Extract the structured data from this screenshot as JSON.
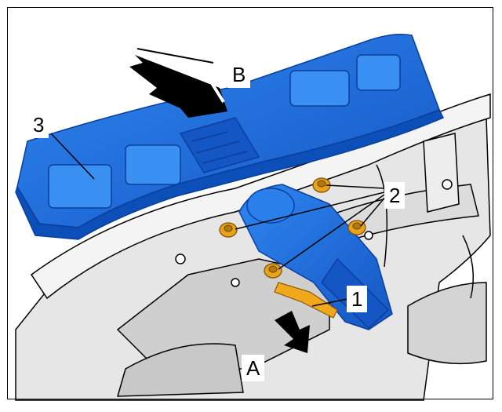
{
  "labels": {
    "seat_frame": "3",
    "direction_b": "B",
    "nuts": "2",
    "motor": "1",
    "direction_a": "A"
  },
  "colors": {
    "component_blue": "#1f6fe0",
    "component_blue_dark": "#0a3f9c",
    "nut_gold": "#e8a318",
    "bracket_orange": "#f2a81d",
    "frame_gray": "#d9d9d9",
    "outline": "#000000"
  }
}
